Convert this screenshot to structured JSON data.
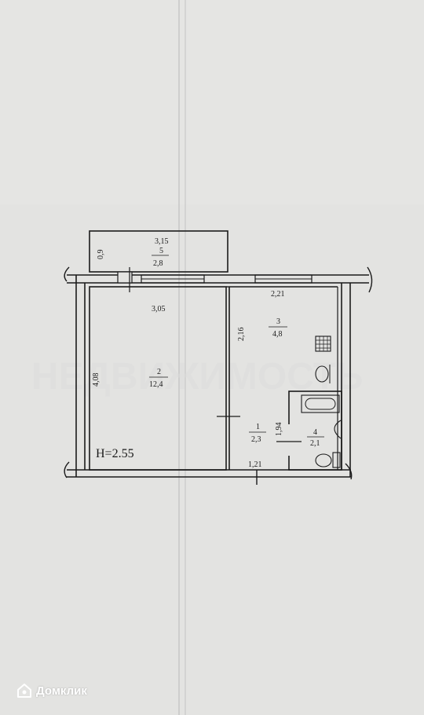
{
  "plan": {
    "balcony": {
      "width": "3,15",
      "number": "5",
      "area": "2,8",
      "depth": "0,9"
    },
    "room2": {
      "width": "3,05",
      "length": "4,08",
      "number": "2",
      "area": "12,4"
    },
    "kitchen": {
      "width": "2,21",
      "length": "2,16",
      "number": "3",
      "area": "4,8"
    },
    "hall": {
      "number": "1",
      "area": "2,3",
      "width": "1,21"
    },
    "bathroom": {
      "number": "4",
      "area": "2,1",
      "length": "1,94"
    },
    "ceiling_height": "H=2.55"
  },
  "watermark": {
    "text": "НЕДВИЖИМОСТЬ"
  },
  "brand": {
    "name": "Домклик",
    "icon": "domclick-house-icon",
    "color": "#ffffff"
  }
}
